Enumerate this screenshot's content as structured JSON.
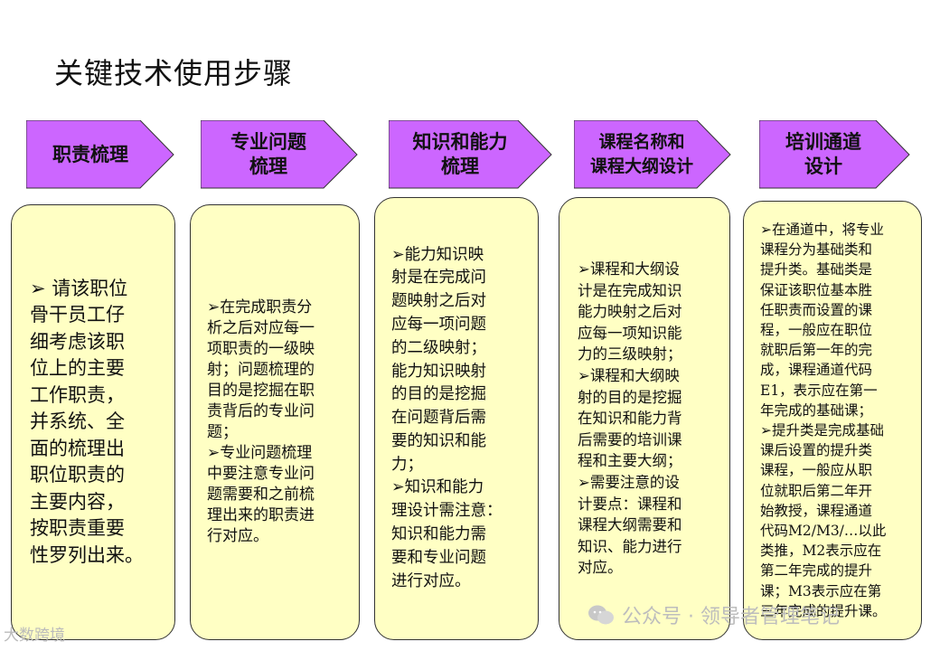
{
  "title": "关键技术使用步骤",
  "colors": {
    "arrow_fill": "#cc66ff",
    "card_fill": "#ffffc4"
  },
  "steps": [
    {
      "label": "职责梳理"
    },
    {
      "label": "专业问题\n梳理"
    },
    {
      "label": "知识和能力\n梳理"
    },
    {
      "label": "课程名称和\n课程大纲设计"
    },
    {
      "label": "培训通道\n设计"
    }
  ],
  "cards": [
    {
      "text": "➢ 请该职位\n骨干员工仔\n细考虑该职\n位上的主要\n工作职责，\n并系统、全\n面的梳理出\n职位职责的\n主要内容，\n按职责重要\n性罗列出来。"
    },
    {
      "text": "➢在完成职责分\n析之后对应每一\n项职责的一级映\n射；问题梳理的\n目的是挖掘在职\n责背后的专业问\n题；\n➢专业问题梳理\n中要注意专业问\n题需要和之前梳\n理出来的职责进\n行对应。"
    },
    {
      "text": "➢能力知识映\n射是在完成问\n题映射之后对\n应每一项问题\n的二级映射；\n能力知识映射\n的目的是挖掘\n在问题背后需\n要的知识和能\n力；\n➢知识和能力\n理设计需注意：\n知识和能力需\n要和专业问题\n进行对应。"
    },
    {
      "text": "➢课程和大纲设\n计是在完成知识\n能力映射之后对\n应每一项知识能\n力的三级映射；\n➢课程和大纲映\n射的目的是挖掘\n在知识和能力背\n后需要的培训课\n程和主要大纲；\n➢需要注意的设\n计要点：课程和\n课程大纲需要和\n知识、能力进行\n对应。"
    },
    {
      "text": "➢在通道中，将专业\n课程分为基础类和\n提升类。基础类是\n保证该职位基本胜\n任职责而设置的课\n程，一般应在职位\n就职后第一年的完\n成，课程通道代码\nE1，表示应在第一\n年完成的基础课；\n➢提升类是完成基础\n课后设置的提升类\n课程，一般应从职\n位就职后第二年开\n始教授，课程通道\n代码M2/M3/…以此\n类推，M2表示应在\n第二年完成的提升\n课；M3表示应在第\n三年完成的提升课。"
    }
  ],
  "watermark_left": "大数跨境",
  "watermark_right": "公众号 · 领导者管理笔记"
}
